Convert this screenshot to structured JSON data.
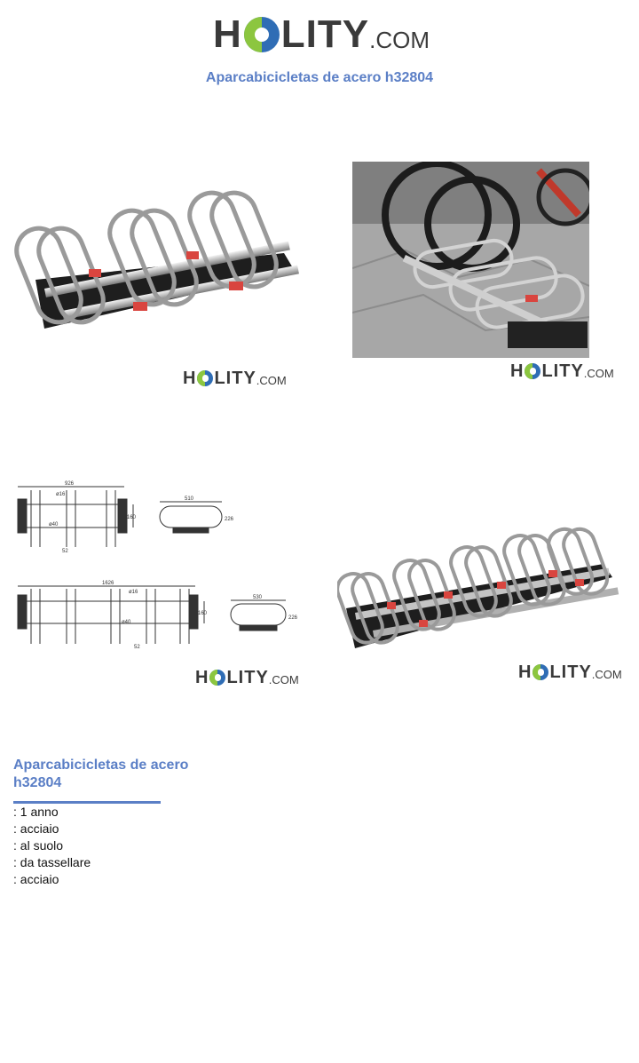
{
  "brand": {
    "name_left": "H",
    "name_right": "LITY",
    "suffix": ".COM"
  },
  "page_title": "Aparcabicicletas de acero h32804",
  "images": [
    {
      "name": "rack-3-bays",
      "alt": ""
    },
    {
      "name": "rack-photo-with-bikes",
      "alt": ""
    },
    {
      "name": "technical-drawings",
      "alt": ""
    },
    {
      "name": "rack-5-bays",
      "alt": ""
    }
  ],
  "drawing_labels": {
    "top_width": "926",
    "top_tube": "ø16",
    "top_height": "160",
    "top_base": "ø40",
    "top_offset": "52",
    "top_loop_w": "510",
    "top_loop_h": "226",
    "bot_width": "1626",
    "bot_tube": "ø16",
    "bot_height": "160",
    "bot_base": "ø40",
    "bot_offset": "52",
    "bot_loop_w": "530",
    "bot_loop_h": "226"
  },
  "product": {
    "heading": "Aparcabicicletas de acero h32804",
    "specs": [
      ": 1 anno",
      ": acciaio",
      ": al suolo",
      ": da tassellare",
      ": acciaio"
    ]
  },
  "colors": {
    "accent": "#5b7fc6",
    "logo_green": "#8cc63f",
    "logo_blue": "#2f6db5",
    "rack_red": "#d9453f"
  }
}
